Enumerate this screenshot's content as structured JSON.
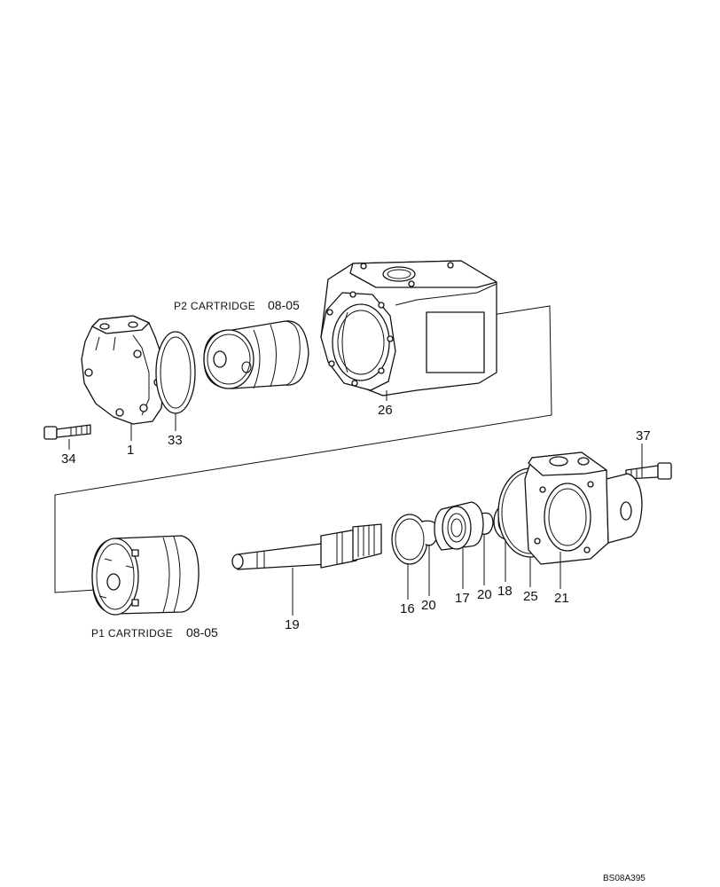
{
  "captions": {
    "p2_cartridge": "P2 CARTRIDGE",
    "p2_ref": "08-05",
    "p1_cartridge": "P1 CARTRIDGE",
    "p1_ref": "08-05"
  },
  "callouts": {
    "c34": "34",
    "c1": "1",
    "c33": "33",
    "c26": "26",
    "c37": "37",
    "c16": "16",
    "c20a": "20",
    "c17": "17",
    "c20b": "20",
    "c18": "18",
    "c25": "25",
    "c21": "21",
    "c19": "19"
  },
  "drawing_code": "BS08A395"
}
